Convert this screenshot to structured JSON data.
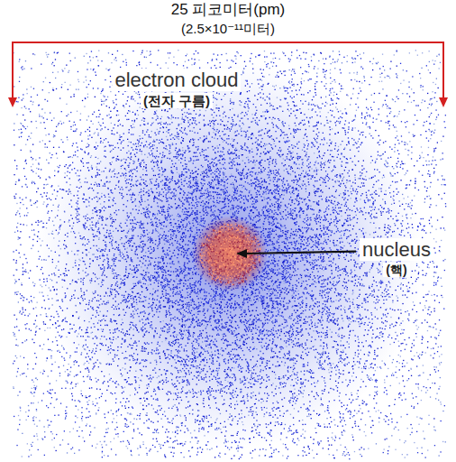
{
  "diagram": {
    "labels": [
      "25 피코미터(pm)",
      "(2.5×10⁻¹¹미터)",
      "electron cloud",
      "(전자 구름)",
      "nucleus",
      "(핵)"
    ]
  }
}
